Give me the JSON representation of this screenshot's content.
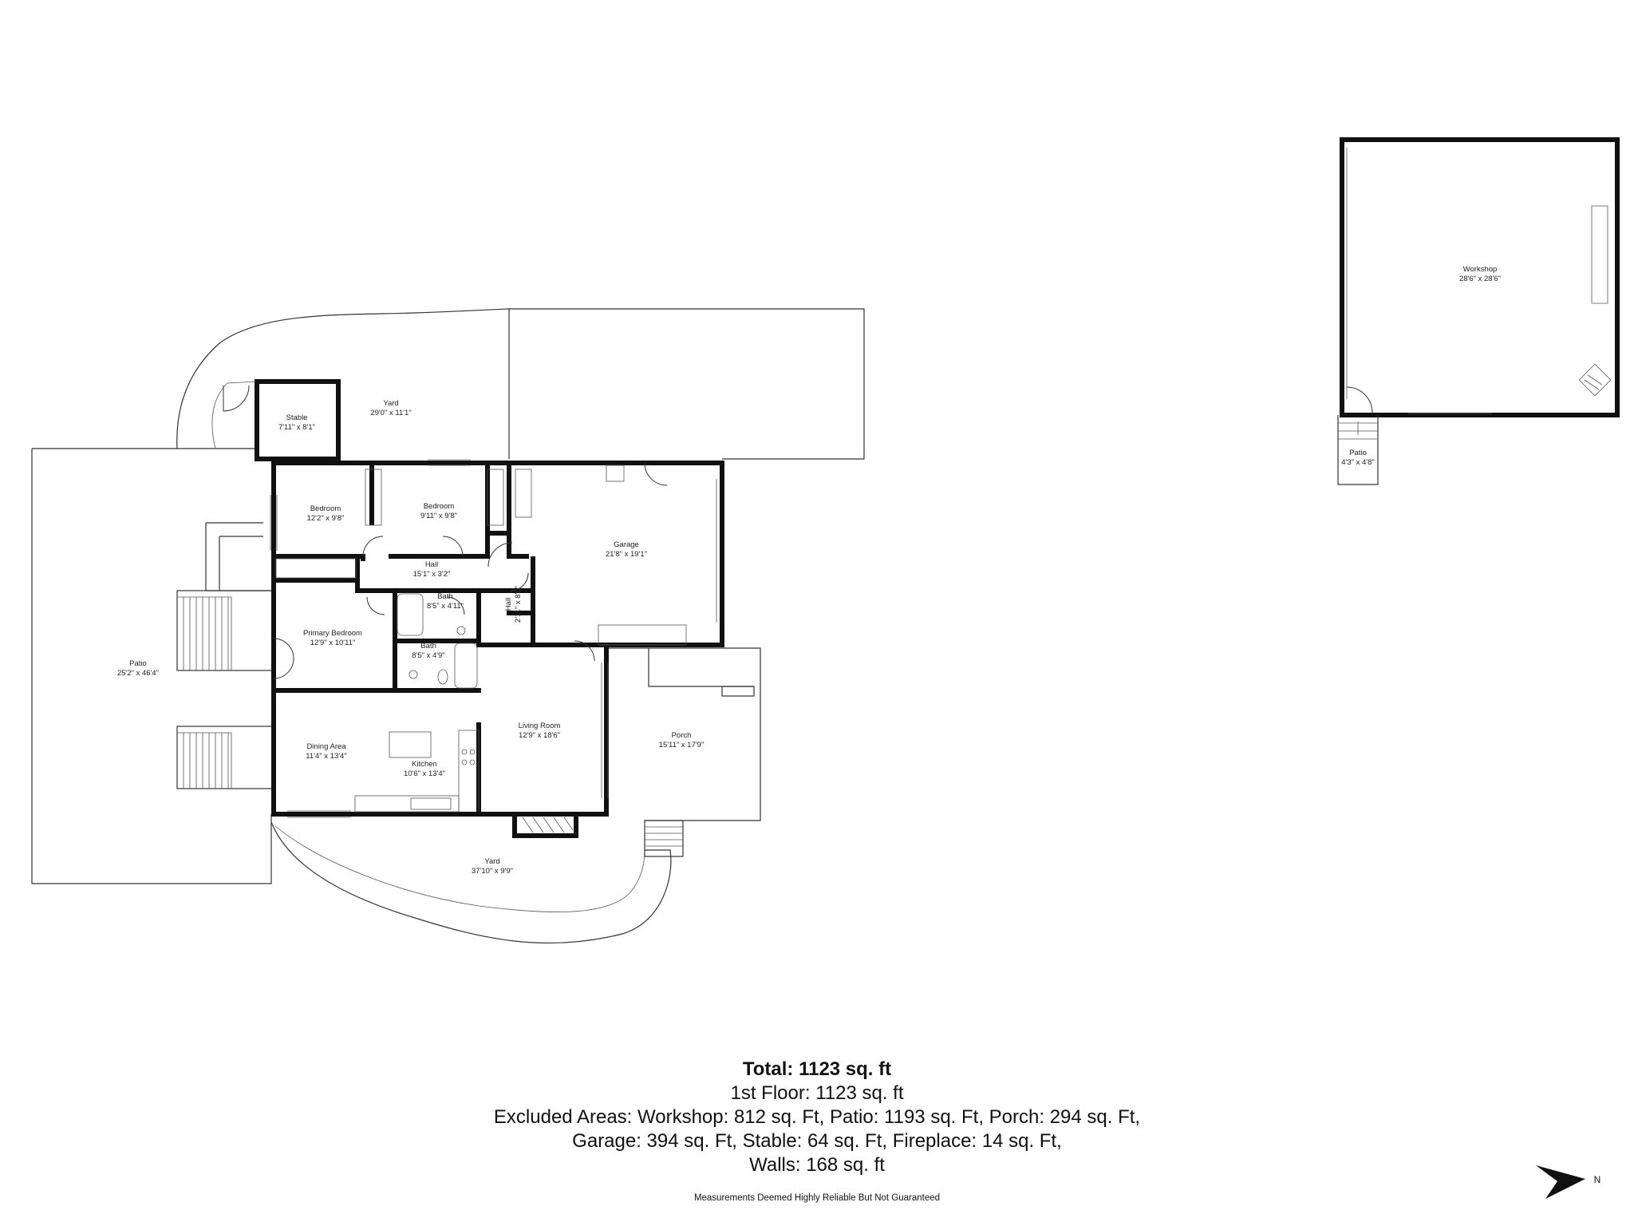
{
  "rooms": {
    "stable": {
      "name": "Stable",
      "dims": "7'11\" x 8'1\""
    },
    "yard_top": {
      "name": "Yard",
      "dims": "29'0\" x 11'1\""
    },
    "bedroom1": {
      "name": "Bedroom",
      "dims": "12'2\" x 9'8\""
    },
    "bedroom2": {
      "name": "Bedroom",
      "dims": "9'11\" x 9'8\""
    },
    "garage": {
      "name": "Garage",
      "dims": "21'8\" x 19'1\""
    },
    "hall1": {
      "name": "Hall",
      "dims": "15'1\" x 3'2\""
    },
    "hall2": {
      "name": "Hall",
      "dims": "2'11\" x 8'0\""
    },
    "bath1": {
      "name": "Bath",
      "dims": "8'5\" x 4'11\""
    },
    "bath2": {
      "name": "Bath",
      "dims": "8'5\" x 4'9\""
    },
    "primary_bedroom": {
      "name": "Primary Bedroom",
      "dims": "12'9\" x 10'11\""
    },
    "patio_main": {
      "name": "Patio",
      "dims": "25'2\" x 46'4\""
    },
    "living_room": {
      "name": "Living Room",
      "dims": "12'9\" x 18'6\""
    },
    "porch": {
      "name": "Porch",
      "dims": "15'11\" x 17'9\""
    },
    "dining_area": {
      "name": "Dining Area",
      "dims": "11'4\" x 13'4\""
    },
    "kitchen": {
      "name": "Kitchen",
      "dims": "10'6\" x 13'4\""
    },
    "yard_bottom": {
      "name": "Yard",
      "dims": "37'10\" x 9'9\""
    },
    "workshop": {
      "name": "Workshop",
      "dims": "28'6\" x 28'6\""
    },
    "patio_workshop": {
      "name": "Patio",
      "dims": "4'3\" x 4'8\""
    }
  },
  "summary": {
    "total": "Total: 1123 sq. ft",
    "floor": "1st Floor: 1123 sq. ft",
    "excluded_1": "Excluded Areas: Workshop: 812 sq. Ft, Patio: 1193 sq. Ft, Porch: 294 sq. Ft,",
    "excluded_2": "Garage: 394 sq. Ft, Stable: 64 sq. Ft, Fireplace: 14 sq. Ft,",
    "excluded_3": "Walls: 168 sq. ft"
  },
  "disclaimer": "Measurements Deemed Highly Reliable But Not Guaranteed",
  "compass": {
    "label": "N"
  }
}
